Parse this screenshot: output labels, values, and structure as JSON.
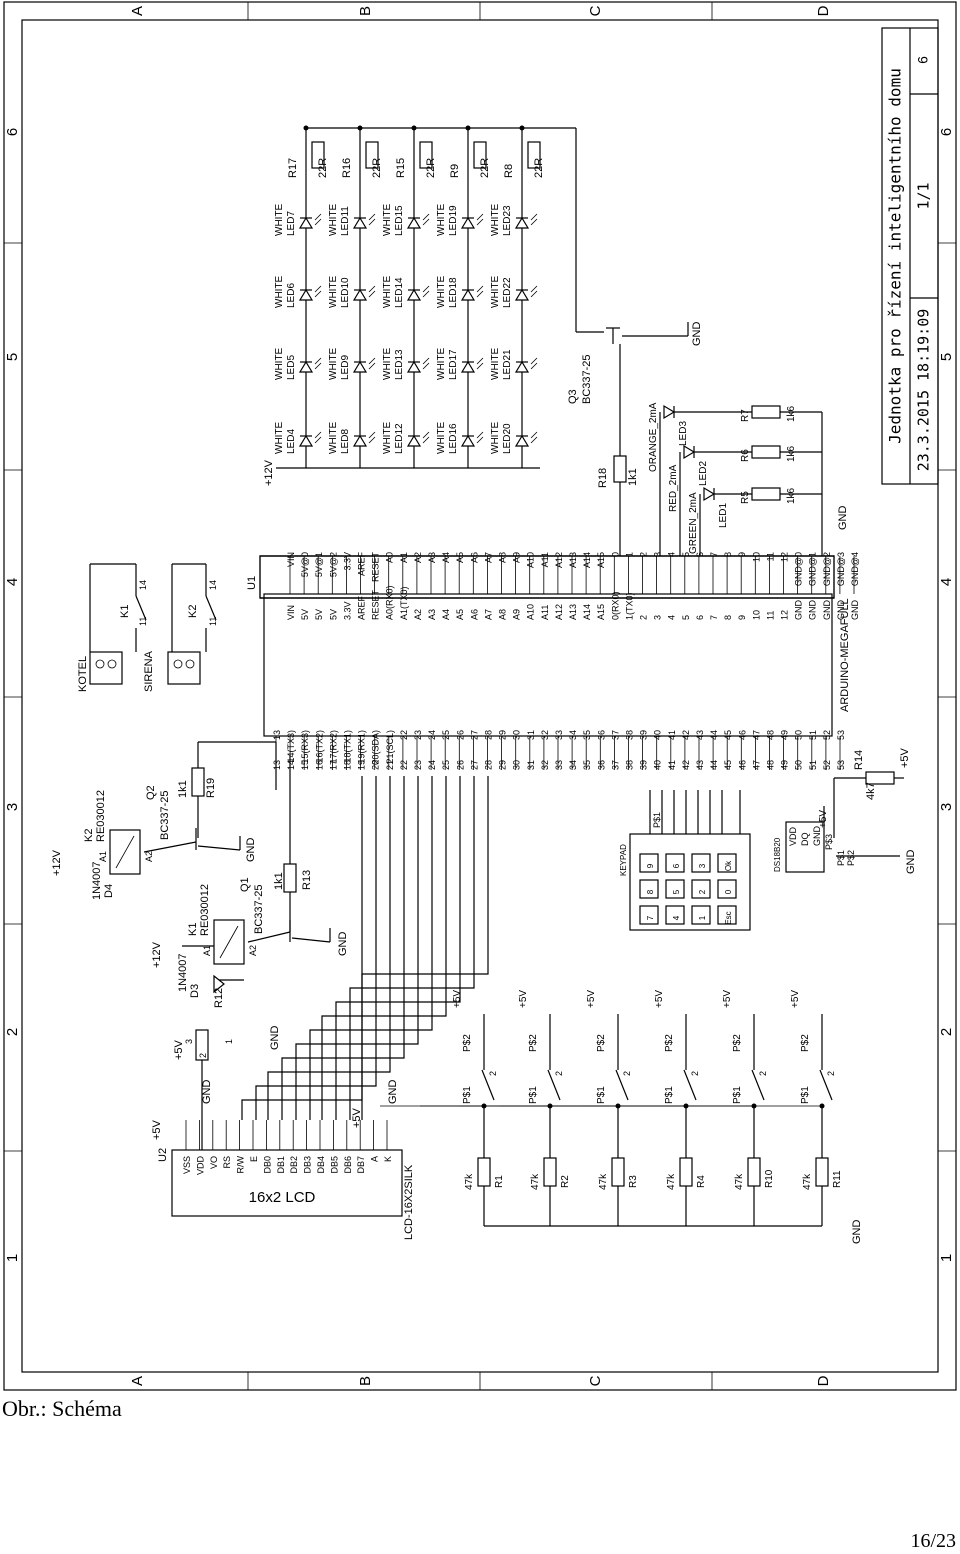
{
  "frame": {
    "col_letters": [
      "A",
      "B",
      "C",
      "D"
    ],
    "row_numbers": [
      "1",
      "2",
      "3",
      "4",
      "5",
      "6"
    ]
  },
  "title_block": {
    "title": "Jednotka pro řízení inteligentního domu",
    "datetime": "23.3.2015 18:19:09",
    "sheet": "1/1",
    "row": "6",
    "row_b": "5"
  },
  "arduino": {
    "ref": "U1",
    "value": "ARDUINO-MEGAFULL",
    "left_pins": [
      "VIN",
      "5V",
      "5V",
      "5V",
      "3.3V",
      "AREF",
      "RESET",
      "A0(RX0)",
      "A1(TX0)",
      "A2",
      "A3",
      "A4",
      "A5",
      "A6",
      "A7",
      "A8",
      "A9",
      "A10",
      "A11",
      "A12",
      "A13",
      "A14",
      "A15",
      "0(RX0)",
      "1(TX0)",
      "2",
      "3",
      "4",
      "5",
      "6",
      "7",
      "8",
      "9",
      "10",
      "11",
      "12",
      "GND",
      "GND",
      "GND",
      "GND",
      "GND"
    ],
    "left_nets": [
      "VIN",
      "5V@0",
      "5V@1",
      "5V@2",
      "3.3V",
      "AREF",
      "RESET",
      "A0",
      "A1",
      "A2",
      "A3",
      "A4",
      "A5",
      "A6",
      "A7",
      "A8",
      "A9",
      "A10",
      "A11",
      "A12",
      "A13",
      "A14",
      "A15",
      "0",
      "1",
      "2",
      "3",
      "4",
      "5",
      "6",
      "7",
      "8",
      "9",
      "10",
      "11",
      "12",
      "GND@0",
      "GND@1",
      "GND@2",
      "GND@3",
      "GND@4"
    ],
    "right_pins": [
      "13",
      "14(TX3)",
      "15(RX3)",
      "16(TX2)",
      "17(RX2)",
      "18(TX1)",
      "19(RX1)",
      "20(SDA)",
      "21(SCL)",
      "22",
      "23",
      "24",
      "25",
      "26",
      "27",
      "28",
      "29",
      "30",
      "31",
      "32",
      "33",
      "34",
      "35",
      "36",
      "37",
      "38",
      "39",
      "40",
      "41",
      "42",
      "43",
      "44",
      "45",
      "46",
      "47",
      "48",
      "49",
      "50",
      "51",
      "52",
      "53"
    ],
    "right_nets": [
      "13",
      "14",
      "15",
      "16",
      "17",
      "18",
      "19",
      "20",
      "21",
      "22",
      "23",
      "24",
      "25",
      "26",
      "27",
      "28",
      "29",
      "30",
      "31",
      "32",
      "33",
      "34",
      "35",
      "36",
      "37",
      "38",
      "39",
      "40",
      "41",
      "42",
      "43",
      "44",
      "45",
      "46",
      "47",
      "48",
      "49",
      "50",
      "51",
      "52",
      "53"
    ]
  },
  "power": {
    "v12": "+12V",
    "v5": "+5V",
    "gnd": "GND"
  },
  "led_matrix": {
    "type": "WHITE",
    "columns": [
      {
        "resistor": "R17",
        "value": "22R",
        "leds": [
          "LED4",
          "LED5",
          "LED6",
          "LED7"
        ]
      },
      {
        "resistor": "R16",
        "value": "22R",
        "leds": [
          "LED8",
          "LED9",
          "LED10",
          "LED11"
        ]
      },
      {
        "resistor": "R15",
        "value": "22R",
        "leds": [
          "LED12",
          "LED13",
          "LED14",
          "LED15"
        ]
      },
      {
        "resistor": "R9",
        "value": "22R",
        "leds": [
          "LED16",
          "LED17",
          "LED18",
          "LED19"
        ]
      },
      {
        "resistor": "R8",
        "value": "22R",
        "leds": [
          "LED20",
          "LED21",
          "LED22",
          "LED23"
        ]
      }
    ]
  },
  "q3": {
    "ref": "Q3",
    "value": "BC337-25"
  },
  "r18": {
    "ref": "R18",
    "value": "1k1"
  },
  "status_leds": [
    {
      "led": "LED3",
      "color": "ORANGE_2mA",
      "r": "R7",
      "rv": "1k6"
    },
    {
      "led": "LED2",
      "color": "RED_2mA",
      "r": "R6",
      "rv": "1k6"
    },
    {
      "led": "LED1",
      "color": "GREEN_2mA",
      "r": "R5",
      "rv": "1k6"
    }
  ],
  "relays": {
    "k1": {
      "ref": "K1",
      "value": "RE030012",
      "a1": "A1",
      "a2": "A2",
      "p11": "11",
      "p14": "14"
    },
    "k2": {
      "ref": "K2",
      "value": "RE030012",
      "a1": "A1",
      "a2": "A2",
      "p11": "11",
      "p14": "14"
    }
  },
  "terminals": {
    "kotel": "KOTEL",
    "sirena": "SIRENA",
    "p1": "1",
    "p2": "2"
  },
  "q1": {
    "ref": "Q1",
    "value": "BC337-25"
  },
  "q2": {
    "ref": "Q2",
    "value": "BC337-25"
  },
  "r13": {
    "ref": "R13",
    "value": "1k1"
  },
  "r19": {
    "ref": "R19",
    "value": "1k1"
  },
  "r12": {
    "ref": "R12"
  },
  "d3": {
    "ref": "D3",
    "value": "1N4007"
  },
  "d4": {
    "ref": "D4",
    "value": "1N4007"
  },
  "keypad": {
    "label": "KEYPAD",
    "pin": "P$1",
    "keys": [
      "7",
      "8",
      "9",
      "4",
      "5",
      "6",
      "1",
      "2",
      "3",
      "Esc",
      "0",
      "Ok"
    ]
  },
  "ds18b20": {
    "label": "DS18B20",
    "pins": [
      "VDD",
      "DQ",
      "GND"
    ],
    "psn": [
      "P$3",
      "P$1",
      "P$2"
    ]
  },
  "r14": {
    "ref": "R14",
    "value": "4k7"
  },
  "lcd": {
    "ref": "U2",
    "title": "16x2 LCD",
    "value": "LCD-16X2SILK",
    "pins": [
      "VSS",
      "VDD",
      "VO",
      "RS",
      "R/W",
      "E",
      "DB0",
      "DB1",
      "DB2",
      "DB3",
      "DB4",
      "DB5",
      "DB6",
      "DB7",
      "A",
      "K"
    ]
  },
  "trimmer": {
    "p1": "1",
    "p2": "2",
    "p3": "3"
  },
  "buttons": {
    "p1": "P$1",
    "p2": "P$2",
    "pin": "2",
    "items": [
      {
        "r": "R1",
        "rv": "47k"
      },
      {
        "r": "R2",
        "rv": "47k"
      },
      {
        "r": "R3",
        "rv": "47k"
      },
      {
        "r": "R4",
        "rv": "47k"
      },
      {
        "r": "R10",
        "rv": "47k"
      },
      {
        "r": "R11",
        "rv": "47k"
      }
    ]
  },
  "caption": "Obr.: Schéma",
  "page": "16/23"
}
